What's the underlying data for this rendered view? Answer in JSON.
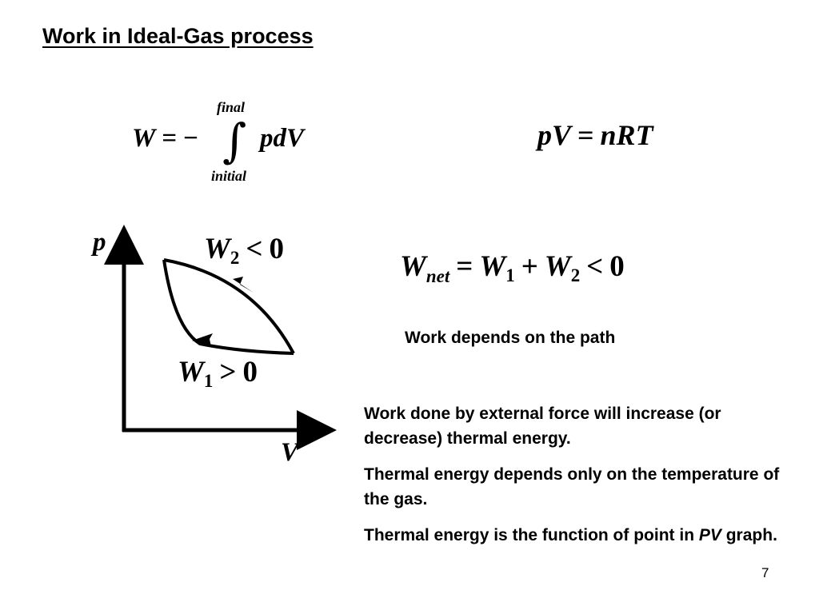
{
  "slide": {
    "title": "Work in Ideal-Gas process",
    "page_number": "7"
  },
  "equations": {
    "work_integral": {
      "lhs": "W",
      "equals": "=",
      "minus": "−",
      "integral_symbol": "∫",
      "upper_limit": "final",
      "lower_limit": "initial",
      "integrand": "pdV"
    },
    "ideal_gas_law": {
      "lhs": "pV",
      "equals": "=",
      "rhs": "nRT"
    },
    "net_work": {
      "W": "W",
      "net_sub": "net",
      "equals": "=",
      "W1": "W",
      "sub1": "1",
      "plus": "+",
      "W2": "W",
      "sub2": "2",
      "lt": "<",
      "zero": "0"
    }
  },
  "diagram": {
    "axis_y_label": "p",
    "axis_x_label": "V",
    "upper_path_label": {
      "W": "W",
      "sub": "2",
      "rel": "<",
      "value": "0"
    },
    "lower_path_label": {
      "W": "W",
      "sub": "1",
      "rel": ">",
      "value": "0"
    }
  },
  "text": {
    "path_note": "Work depends on the path",
    "notes": [
      "Work done by external force will increase (or decrease) thermal energy.",
      "Thermal energy depends only on the temperature of the gas."
    ],
    "note3_prefix": "Thermal energy is the function of point in",
    "note3_pv": "PV",
    "note3_suffix": "graph."
  }
}
